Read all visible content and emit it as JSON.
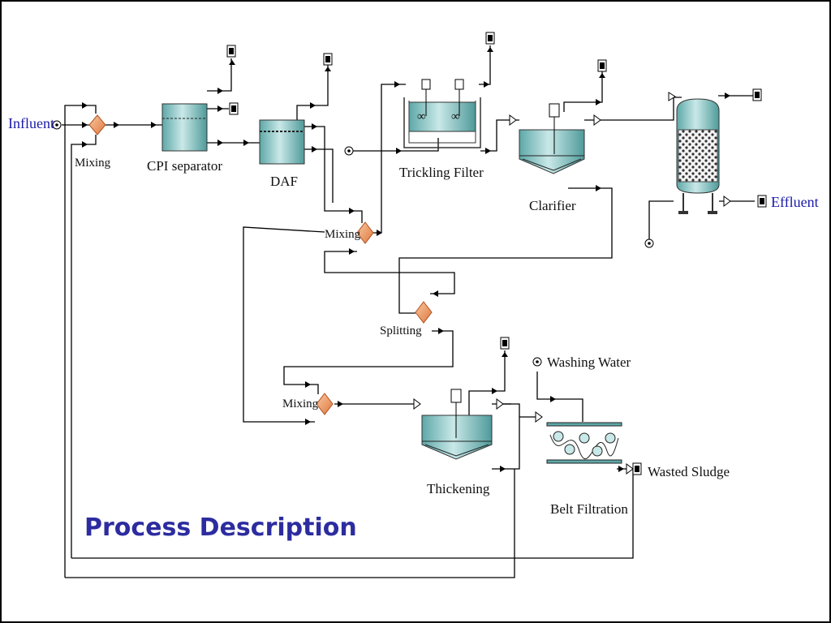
{
  "diagram": {
    "title": "Process Description",
    "labels": {
      "influent": "Influent",
      "effluent": "Effluent",
      "mixing_1": "Mixing",
      "mixing_2": "Mixing",
      "mixing_3": "Mixing",
      "splitting": "Splitting",
      "cpi_separator": "CPI separator",
      "daf": "DAF",
      "trickling_filter": "Trickling Filter",
      "clarifier": "Clarifier",
      "thickening": "Thickening",
      "belt_filtration": "Belt Filtration",
      "washing_water": "Washing Water",
      "wasted_sludge": "Wasted Sludge"
    },
    "colors": {
      "tank_fill": "#8fc7c7",
      "tank_dark": "#4f9a9a",
      "valve_fill": "#f0a070",
      "valve_stroke": "#c05a2a",
      "label_blue": "#1a1aa8",
      "title_color": "#2c2ca0"
    }
  }
}
